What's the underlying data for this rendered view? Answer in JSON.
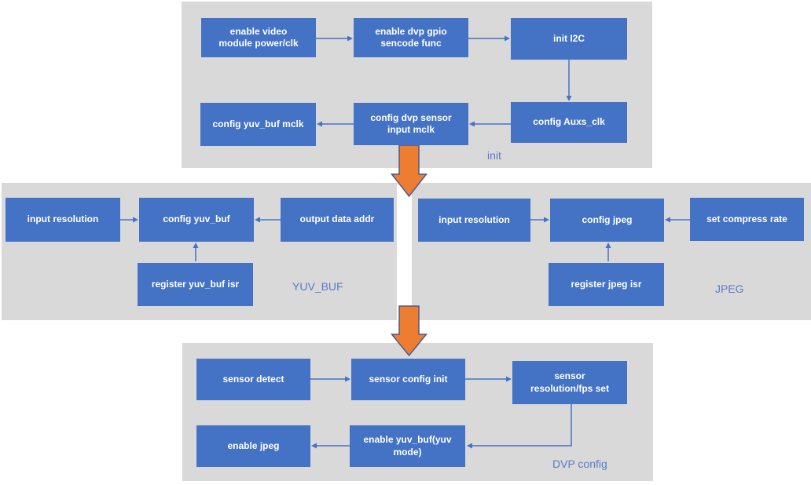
{
  "diagram": {
    "title_hint": "video module init / yuv_buf / jpeg / dvp config flowchart",
    "colors": {
      "node_fill": "#4472c4",
      "node_text": "#ffffff",
      "container_fill": "#d9d9d9",
      "connector_blue": "#4472c4",
      "flow_arrow_orange": "#ed7d31",
      "flow_arrow_outline": "#4a5d88",
      "section_label_blue": "#567cc9"
    },
    "sections": {
      "init": {
        "label": "init",
        "nodes": {
          "power": "enable video\nmodule power/clk",
          "gpio": "enable dvp gpio\nsencode func",
          "i2c": "init I2C",
          "auxs": "config Auxs_clk",
          "dvp_mclk": "config dvp sensor\ninput mclk",
          "yuv_mclk": "config yuv_buf mclk"
        }
      },
      "yuv_buf": {
        "label": "YUV_BUF",
        "nodes": {
          "input_res": "input resolution",
          "config": "config yuv_buf",
          "out_addr": "output data addr",
          "isr": "register yuv_buf isr"
        }
      },
      "jpeg": {
        "label": "JPEG",
        "nodes": {
          "input_res": "input resolution",
          "config": "config jpeg",
          "rate": "set compress rate",
          "isr": "register jpeg isr"
        }
      },
      "dvp": {
        "label": "DVP config",
        "nodes": {
          "detect": "sensor detect",
          "config_init": "sensor config init",
          "res_fps": "sensor\nresolution/fps set",
          "en_yuv": "enable yuv_buf(yuv\nmode)",
          "en_jpeg": "enable jpeg"
        }
      }
    }
  }
}
